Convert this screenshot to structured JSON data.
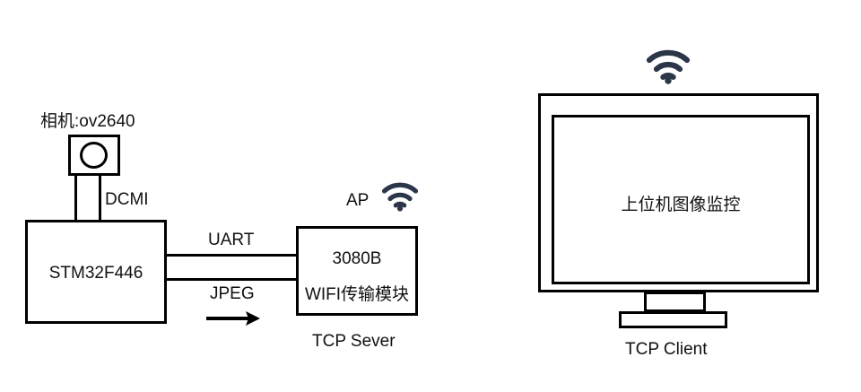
{
  "diagram": {
    "title": "STM32 camera to WiFi TCP image monitoring system",
    "colors": {
      "stroke": "#000000",
      "text": "#111111",
      "wifi_icon": "#2b3648",
      "background": "#ffffff"
    },
    "camera": {
      "label": "相机:ov2640",
      "lens_name": "camera-lens"
    },
    "mcu": {
      "label": "STM32F446"
    },
    "bus": {
      "dcmi_label": "DCMI",
      "uart_label": "UART",
      "jpeg_label": "JPEG"
    },
    "wifi_module": {
      "line1": "3080B",
      "line2": "WIFI传输模块",
      "ap_label": "AP",
      "caption": "TCP Sever"
    },
    "monitor": {
      "screen_text": "上位机图像监控",
      "caption": "TCP Client"
    }
  }
}
